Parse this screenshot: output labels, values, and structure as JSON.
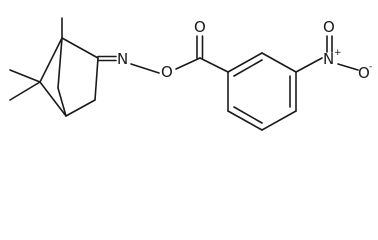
{
  "molecule": {
    "atoms": {
      "imine_nitrogen": "N",
      "ester_oxygen": "O",
      "carbonyl_oxygen": "O",
      "nitro_nitrogen": "N",
      "nitro_oxygen": "O"
    },
    "charges": {
      "nitro_nitrogen": "+",
      "nitro_oxygen": "-"
    }
  }
}
